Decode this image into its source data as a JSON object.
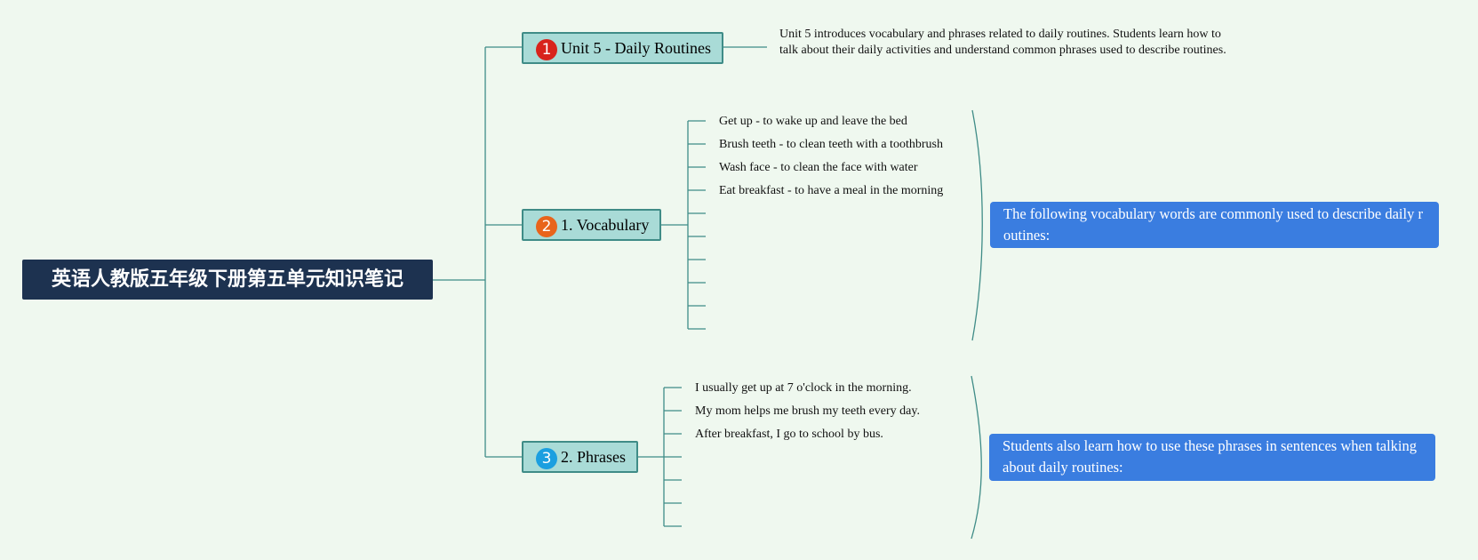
{
  "root": {
    "title": "英语人教版五年级下册第五单元知识笔记"
  },
  "topics": [
    {
      "number": "1",
      "badge_color": "#d8231c",
      "label": "Unit 5 - Daily Routines",
      "note": "Unit 5 introduces vocabulary and phrases related to daily routines. Students learn how to talk about their daily activities and understand common phrases used to describe routines."
    },
    {
      "number": "2",
      "badge_color": "#e8641b",
      "label": "1. Vocabulary",
      "items": [
        "Get up - to wake up and leave the bed",
        "Brush teeth - to clean teeth with a toothbrush",
        "Wash face - to clean the face with water",
        "Eat breakfast - to have a meal in the morning"
      ],
      "summary": "The following vocabulary words are commonly used to describe daily routines:"
    },
    {
      "number": "3",
      "badge_color": "#1b9fe0",
      "label": "2. Phrases",
      "items": [
        "I usually get up at 7 o'clock in the morning.",
        "My mom helps me brush my teeth every day.",
        "After breakfast, I go to school by bus."
      ],
      "summary": "Students also learn how to use these phrases in sentences when talking about daily routines:"
    }
  ],
  "colors": {
    "line": "#3f8c87",
    "root_bg": "#1d3250",
    "topic_bg": "#a9dbd7",
    "callout_bg": "#3a7de0",
    "background": "#eff8ef"
  }
}
